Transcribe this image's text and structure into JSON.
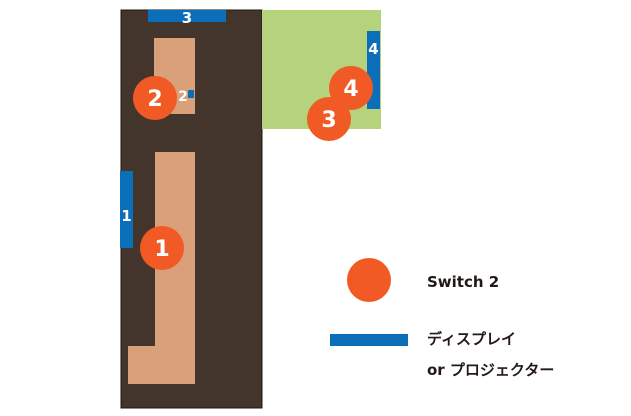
{
  "colors": {
    "room_dark": "#43352b",
    "room_border": "#1b1410",
    "table": "#d9a07a",
    "green_room": "#b5d27c",
    "switch": "#f15a24",
    "display": "#0a6fb8",
    "label_white": "#ffffff",
    "legend_text": "#231815"
  },
  "displays": [
    {
      "id": "display-1",
      "label": "1",
      "orientation": "vertical"
    },
    {
      "id": "display-2",
      "label": "2",
      "orientation": "vertical"
    },
    {
      "id": "display-3",
      "label": "3",
      "orientation": "horizontal"
    },
    {
      "id": "display-4",
      "label": "4",
      "orientation": "vertical"
    }
  ],
  "switches": [
    {
      "id": "switch-1",
      "label": "1"
    },
    {
      "id": "switch-2",
      "label": "2"
    },
    {
      "id": "switch-3",
      "label": "3"
    },
    {
      "id": "switch-4",
      "label": "4"
    }
  ],
  "legend": {
    "switch_label": "Switch 2",
    "display_label_line1": "ディスプレイ",
    "display_label_line2": "or プロジェクター"
  }
}
